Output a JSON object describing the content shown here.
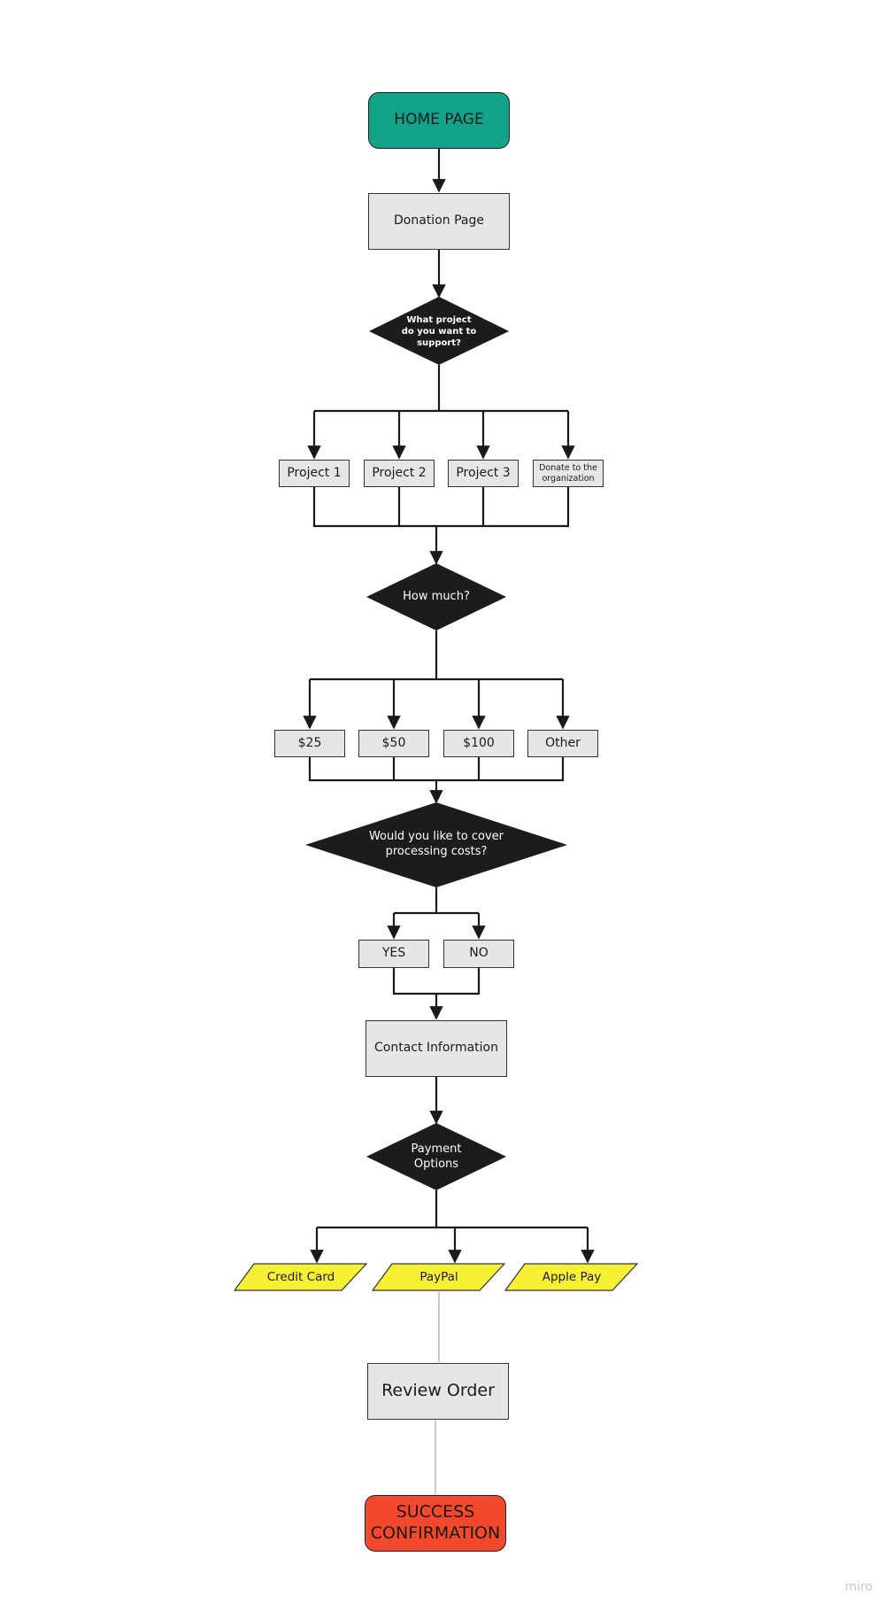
{
  "colors": {
    "start": "#12a38a",
    "end": "#f2482b",
    "process": "#e6e6e6",
    "decision": "#1c1c1c",
    "payment": "#f7f135",
    "line": "#1a1a1a"
  },
  "nodes": {
    "home": "HOME PAGE",
    "donation": "Donation Page",
    "project_question": "What project do you want to support?",
    "projects": [
      "Project 1",
      "Project 2",
      "Project 3",
      "Donate to the organization"
    ],
    "amount_question": "How much?",
    "amounts": [
      "$25",
      "$50",
      "$100",
      "Other"
    ],
    "costs_question": "Would you like to cover processing costs?",
    "answers": [
      "YES",
      "NO"
    ],
    "contact": "Contact Information",
    "payment_question": "Payment Options",
    "payments": [
      "Credit Card",
      "PayPal",
      "Apple Pay"
    ],
    "review": "Review Order",
    "success": "SUCCESS CONFIRMATION"
  },
  "watermark": "miro"
}
